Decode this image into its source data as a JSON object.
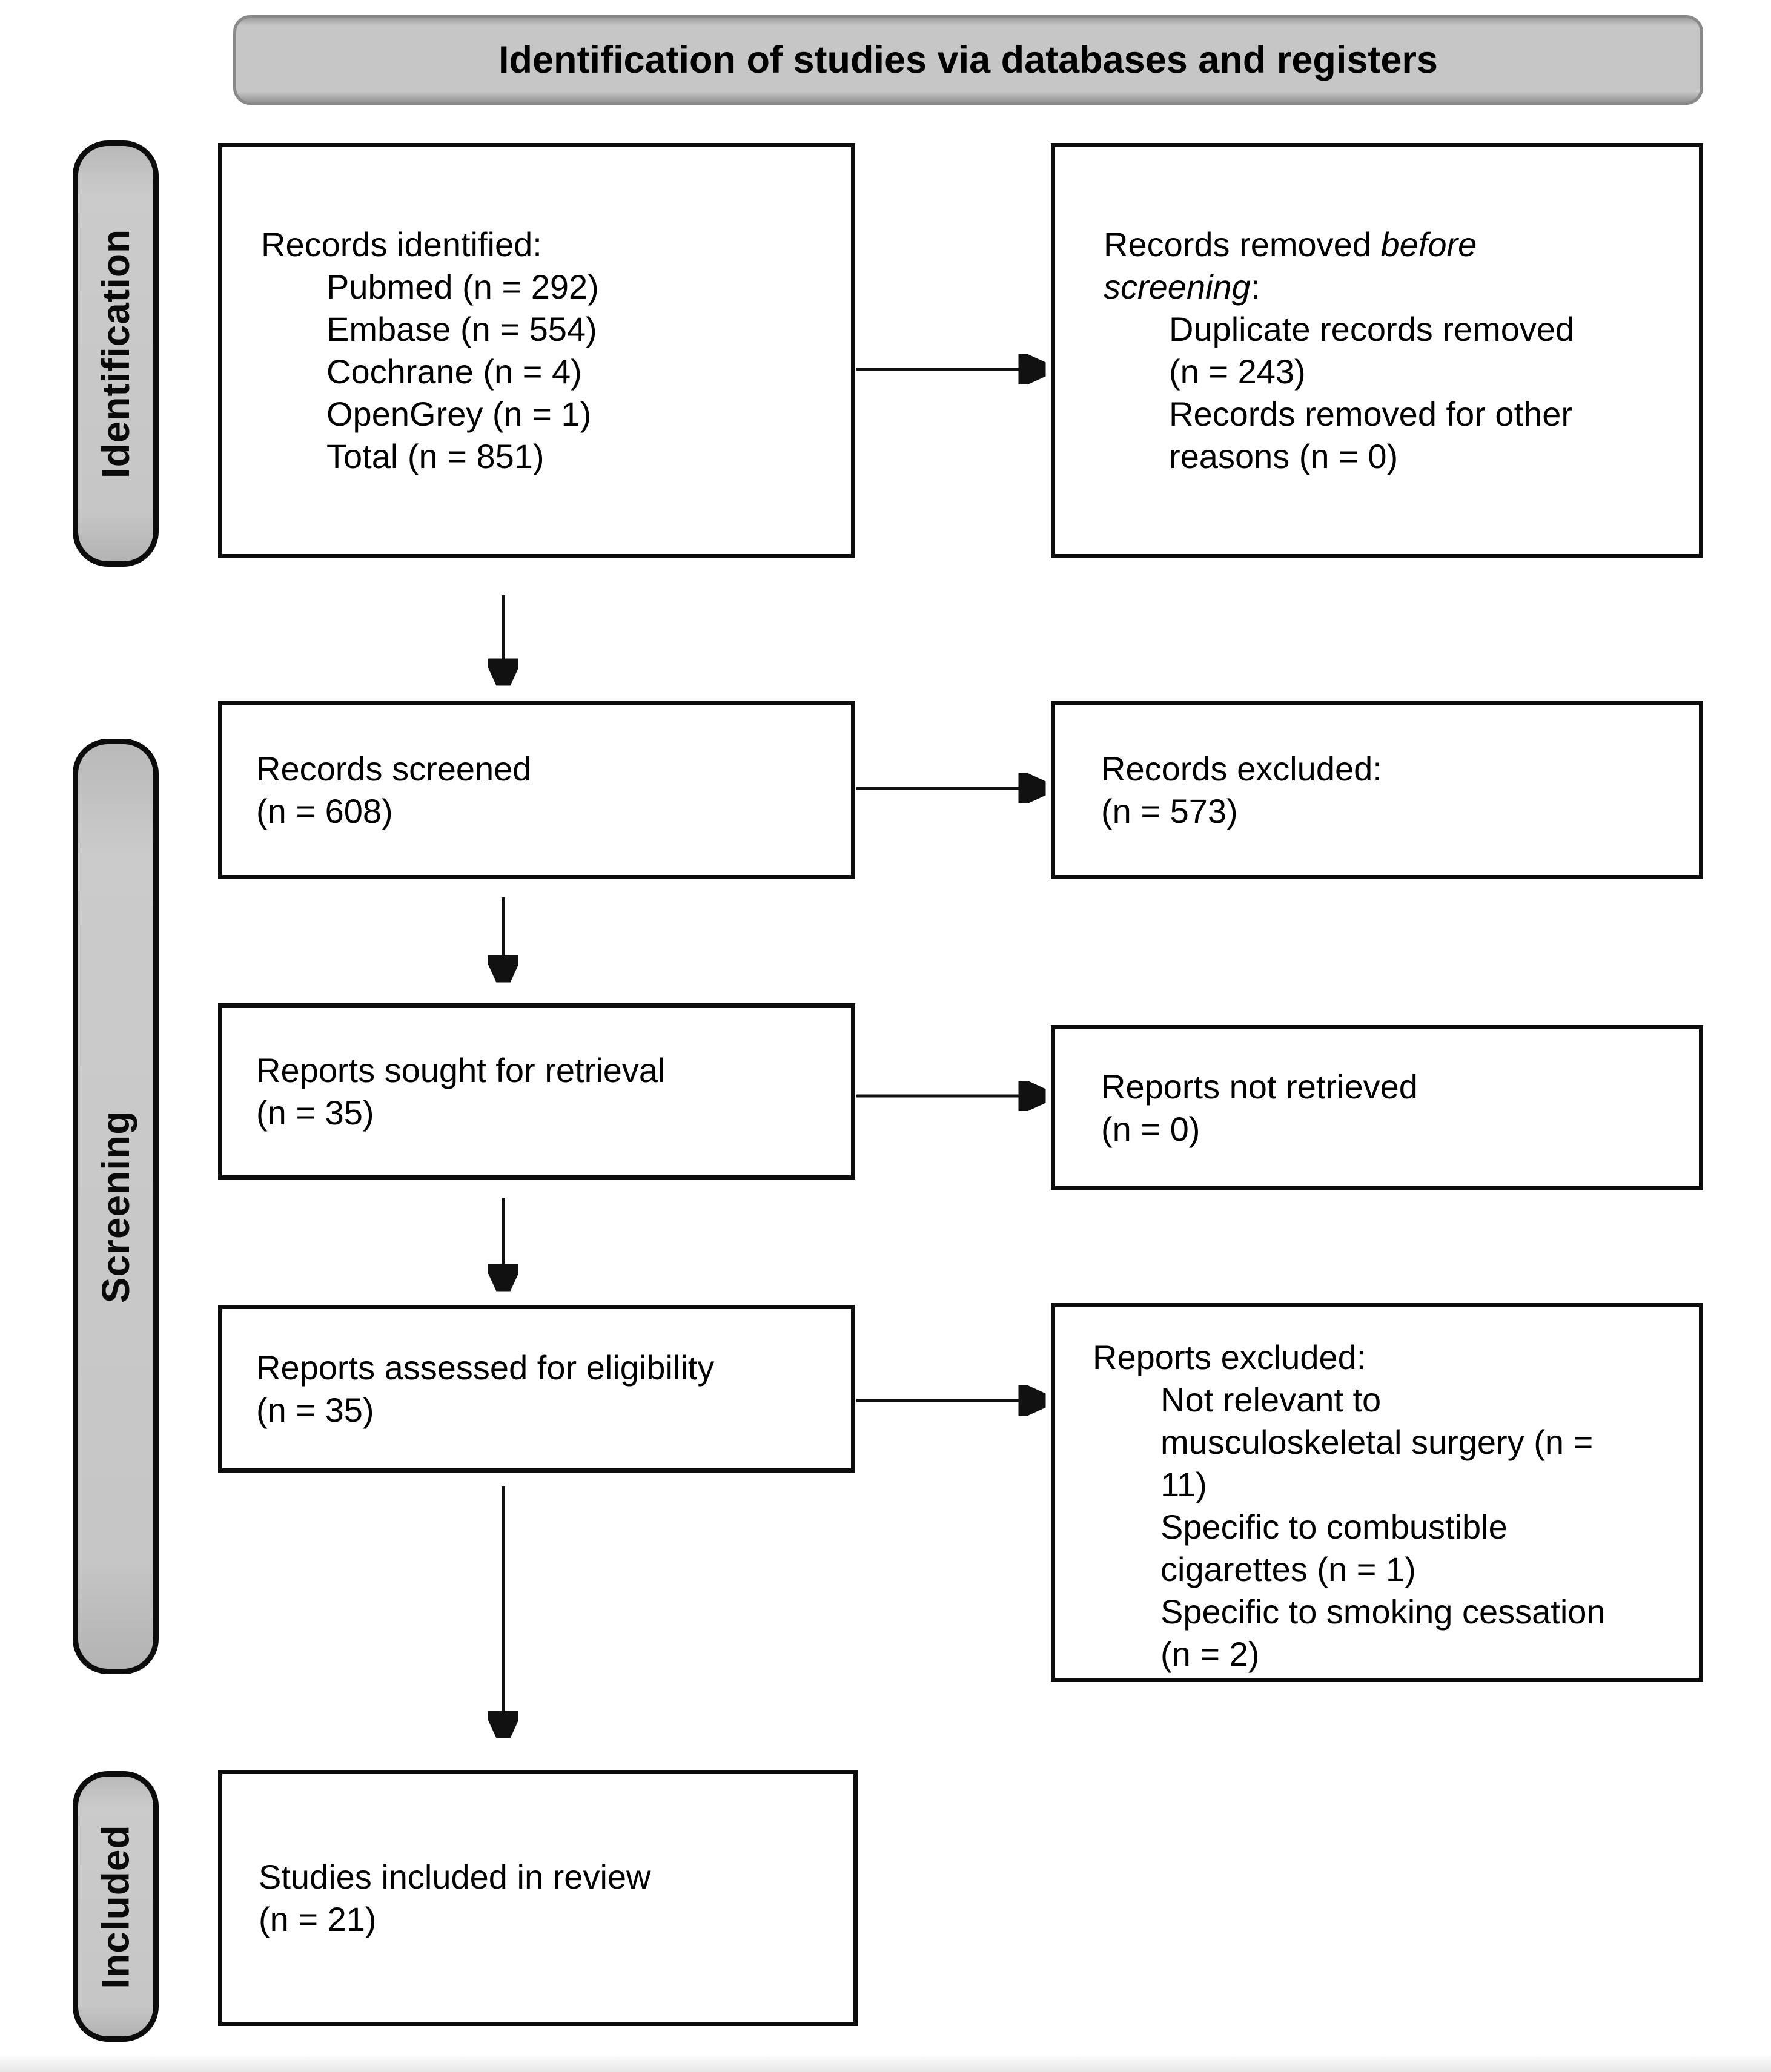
{
  "header": {
    "title": "Identification of studies via databases and registers"
  },
  "sidebar": {
    "identification": "Identification",
    "screening": "Screening",
    "included": "Included"
  },
  "boxes": {
    "identified": {
      "title": "Records identified:",
      "items": [
        "Pubmed (n = 292)",
        "Embase (n = 554)",
        "Cochrane (n = 4)",
        "OpenGrey (n = 1)",
        "Total (n = 851)"
      ]
    },
    "removed": {
      "line1_normal": "Records removed ",
      "line1_italic": "before",
      "line2_italic": "screening",
      "line2_colon": ":",
      "items": [
        "Duplicate records removed",
        "(n = 243)",
        "Records removed for other",
        "reasons (n = 0)"
      ]
    },
    "screened": {
      "line1": "Records screened",
      "line2": "(n = 608)"
    },
    "excluded": {
      "line1": "Records excluded:",
      "line2": "(n = 573)"
    },
    "sought": {
      "line1": "Reports sought for retrieval",
      "line2": "(n = 35)"
    },
    "not_retrieved": {
      "line1": "Reports not retrieved",
      "line2": "(n = 0)"
    },
    "assessed": {
      "line1": "Reports assessed for eligibility",
      "line2": "(n = 35)"
    },
    "reports_excluded": {
      "title": "Reports excluded:",
      "items": [
        "Not relevant to",
        "musculoskeletal surgery (n =",
        "11)",
        "Specific to combustible",
        "cigarettes (n = 1)",
        "Specific to smoking cessation",
        "(n = 2)"
      ]
    },
    "included_studies": {
      "line1": "Studies included in review",
      "line2": "(n = 21)"
    }
  },
  "colors": {
    "banner_fill": "#c6c6c6",
    "banner_border": "#8a8a8a",
    "capsule_fill": "#c6c6c6",
    "box_border": "#0d0d0d",
    "arrow": "#111111"
  }
}
